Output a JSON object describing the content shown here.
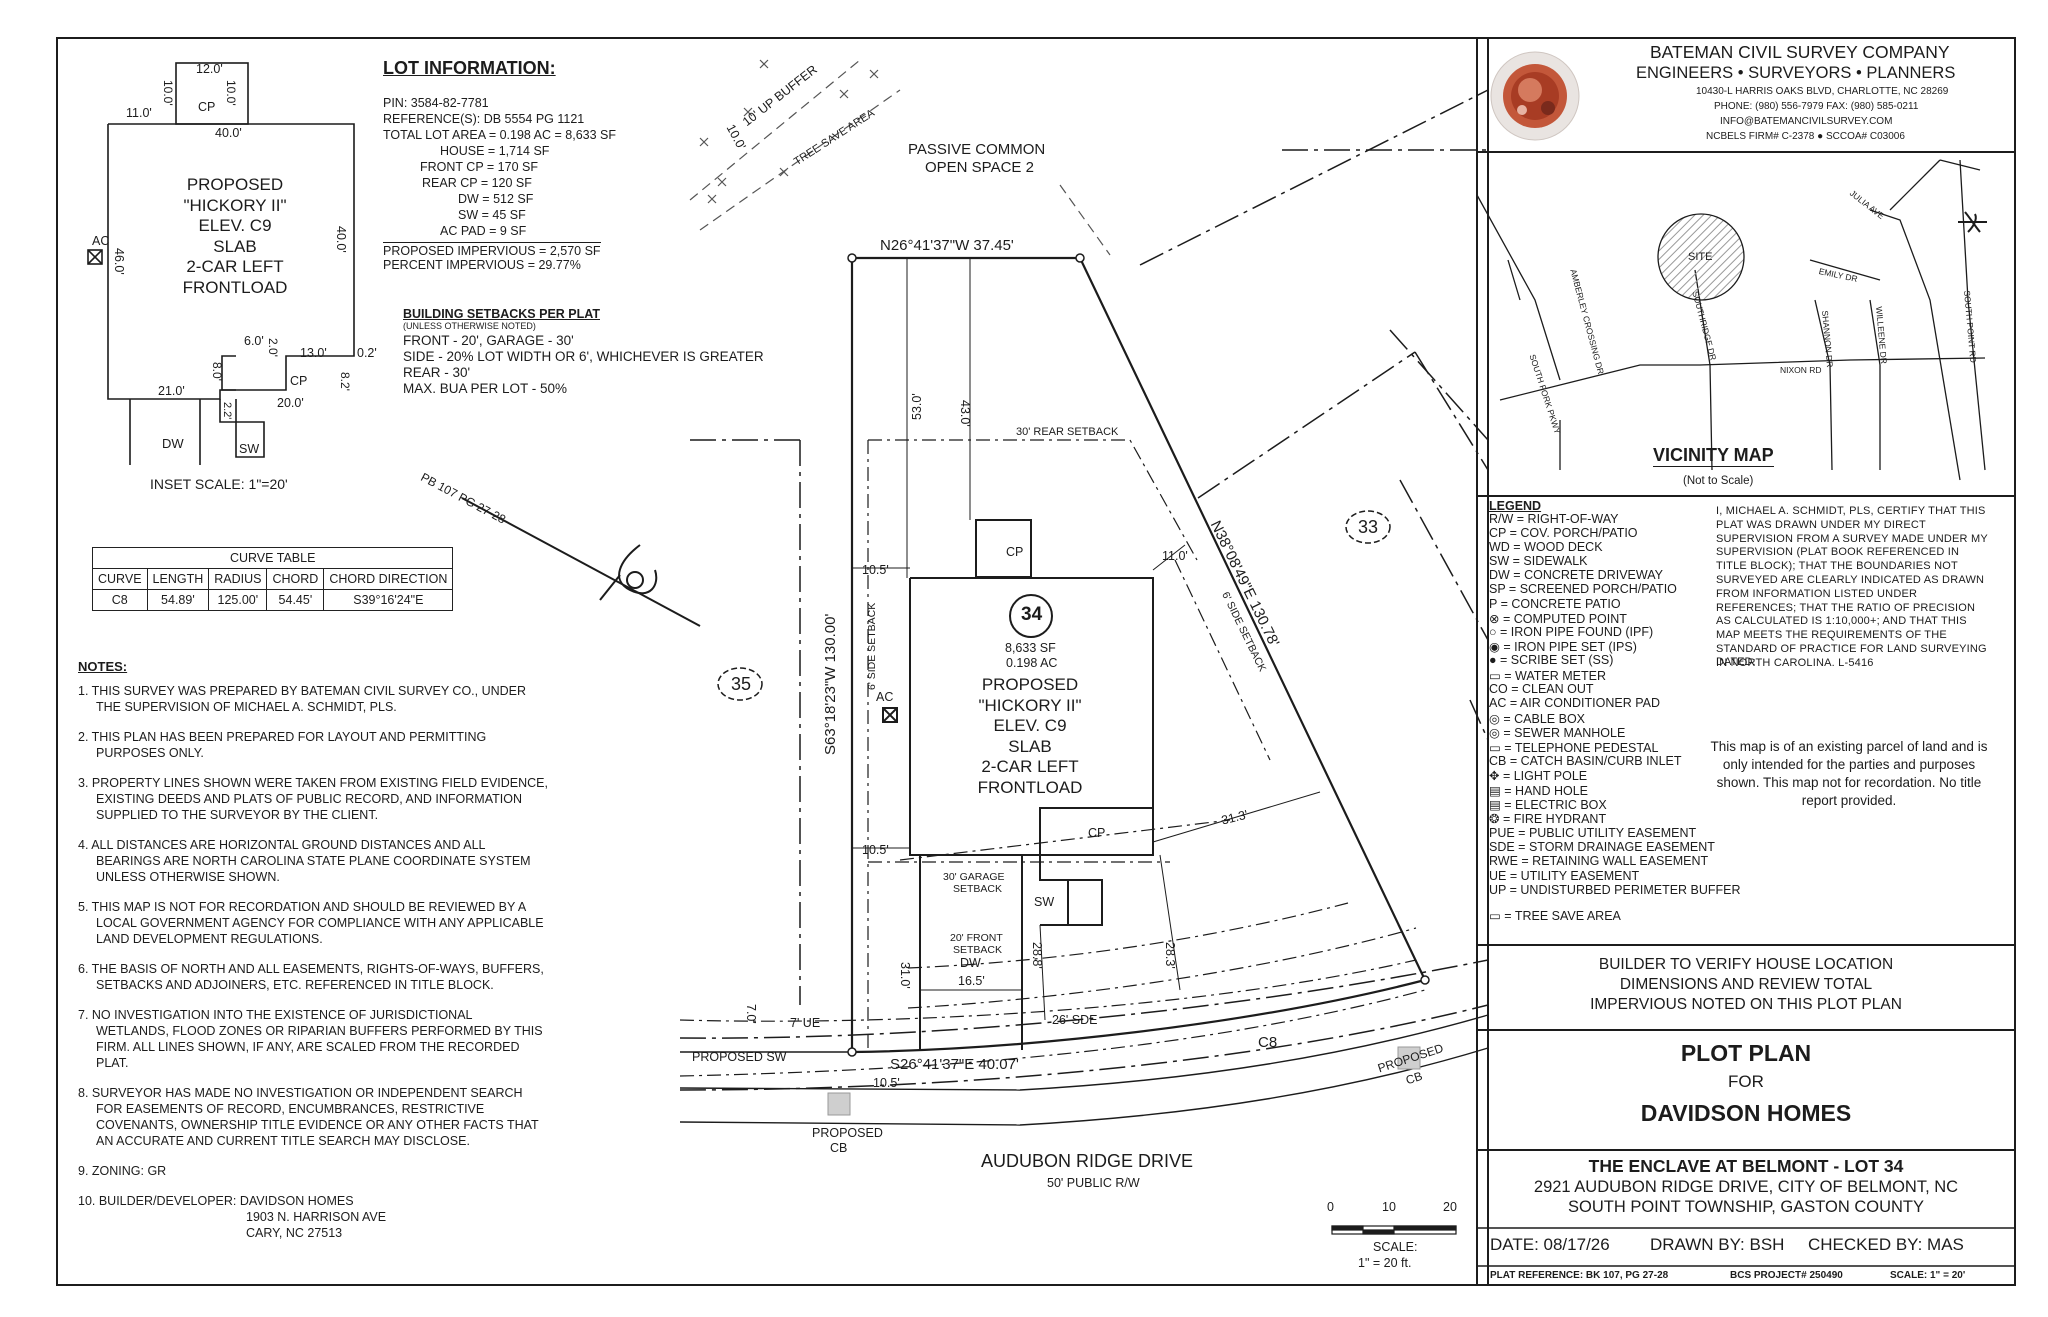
{
  "lot_information": {
    "heading": "LOT INFORMATION:",
    "lines": [
      "PIN: 3584-82-7781",
      "REFERENCE(S): DB 5554 PG 1121",
      "TOTAL LOT AREA = 0.198 AC = 8,633 SF",
      "HOUSE = 1,714 SF",
      "FRONT CP = 170 SF",
      "REAR CP = 120 SF",
      "DW = 512 SF",
      "SW = 45 SF",
      "AC PAD = 9 SF",
      "PROPOSED IMPERVIOUS = 2,570 SF",
      "PERCENT IMPERVIOUS = 29.77%"
    ]
  },
  "setbacks": {
    "heading": "BUILDING SETBACKS PER PLAT",
    "subheading": "(UNLESS OTHERWISE NOTED)",
    "lines": [
      "FRONT - 20', GARAGE - 30'",
      "SIDE - 20% LOT WIDTH OR 6', WHICHEVER IS GREATER",
      "REAR - 30'",
      "MAX. BUA PER LOT - 50%"
    ]
  },
  "inset": {
    "house_lines": [
      "PROPOSED",
      "\"HICKORY II\"",
      "ELEV. C9",
      "SLAB",
      "2-CAR LEFT",
      "FRONTLOAD"
    ],
    "dims": [
      "12.0'",
      "10.0'",
      "10.0'",
      "11.0'",
      "40.0'",
      "46.0'",
      "40.0'",
      "6.0'",
      "2.0'",
      "13.0'",
      "0.2'",
      "8.0'",
      "8.2'",
      "21.0'",
      "20.0'",
      "2.2'"
    ],
    "labels": {
      "cp_top": "CP",
      "cp_front": "CP",
      "ac": "AC",
      "dw": "DW",
      "sw": "SW"
    },
    "scale": "INSET SCALE: 1\"=20'"
  },
  "plat_ref_note": "PB 107 PG 27-28",
  "curve_table": {
    "title": "CURVE TABLE",
    "headers": [
      "CURVE",
      "LENGTH",
      "RADIUS",
      "CHORD",
      "CHORD DIRECTION"
    ],
    "rows": [
      [
        "C8",
        "54.89'",
        "125.00'",
        "54.45'",
        "S39°16'24\"E"
      ]
    ]
  },
  "notes": {
    "heading": "NOTES:",
    "lines": [
      "1.  THIS SURVEY WAS PREPARED BY BATEMAN CIVIL SURVEY CO., UNDER",
      "THE SUPERVISION OF MICHAEL A. SCHMIDT, PLS.",
      "2.  THIS PLAN HAS BEEN PREPARED FOR LAYOUT AND PERMITTING",
      "PURPOSES ONLY.",
      "3.  PROPERTY LINES SHOWN WERE TAKEN FROM EXISTING FIELD EVIDENCE,",
      "EXISTING DEEDS AND PLATS OF PUBLIC RECORD, AND INFORMATION",
      "SUPPLIED TO THE SURVEYOR BY THE CLIENT.",
      "4.  ALL DISTANCES ARE HORIZONTAL GROUND DISTANCES AND ALL",
      "BEARINGS ARE NORTH CAROLINA  STATE PLANE COORDINATE SYSTEM",
      "UNLESS OTHERWISE SHOWN.",
      "5.  THIS MAP IS NOT FOR RECORDATION AND SHOULD BE REVIEWED BY A",
      "LOCAL GOVERNMENT AGENCY FOR COMPLIANCE WITH ANY APPLICABLE",
      "LAND DEVELOPMENT REGULATIONS.",
      "6.  THE BASIS OF NORTH AND ALL EASEMENTS, RIGHTS-OF-WAYS, BUFFERS,",
      "SETBACKS AND ADJOINERS, ETC. REFERENCED IN TITLE BLOCK.",
      "7.  NO INVESTIGATION INTO THE EXISTENCE OF JURISDICTIONAL",
      "WETLANDS, FLOOD ZONES OR RIPARIAN BUFFERS PERFORMED BY THIS",
      "FIRM. ALL LINES SHOWN, IF ANY, ARE SCALED FROM THE RECORDED",
      "PLAT.",
      "8.  SURVEYOR HAS MADE NO INVESTIGATION OR INDEPENDENT SEARCH",
      "FOR EASEMENTS OF RECORD, ENCUMBRANCES, RESTRICTIVE",
      "COVENANTS, OWNERSHIP TITLE EVIDENCE OR ANY OTHER FACTS THAT",
      "AN ACCURATE AND CURRENT TITLE SEARCH MAY DISCLOSE.",
      "9.  ZONING: GR",
      "10. BUILDER/DEVELOPER:   DAVIDSON HOMES",
      "1903 N. HARRISON AVE",
      "CARY, NC 27513"
    ]
  },
  "plan": {
    "buffer": "10' UP BUFFER",
    "buffer_dim": "10.0'",
    "tree_save": "TREE SAVE AREA",
    "common_1": "PASSIVE COMMON",
    "common_2": "OPEN SPACE 2",
    "rear_bearing": "N26°41'37\"W  37.45'",
    "west_bearing": "S63°18'23\"W    130.00'",
    "east_bearing": "N38°08'49\"E    130.78'",
    "front_bearing": "S26°41'37\"E    40.07'",
    "curve_label": "C8",
    "rear_setback": "30' REAR SETBACK",
    "side_setback": "6' SIDE SETBACK",
    "garage_setback_1": "30' GARAGE",
    "garage_setback_2": "SETBACK",
    "front_setback_1": "20' FRONT",
    "front_setback_2": "SETBACK",
    "ue": "7' UE",
    "sde": "26' SDE",
    "lot_number": "34",
    "lot_sf": "8,633 SF",
    "lot_ac": "0.198 AC",
    "house_lines": [
      "PROPOSED",
      "\"HICKORY II\"",
      "ELEV. C9",
      "SLAB",
      "2-CAR LEFT",
      "FRONTLOAD"
    ],
    "adjacent_left": "35",
    "adjacent_right": "33",
    "dims": {
      "d53": "53.0'",
      "d43": "43.0'",
      "d11": "11.0'",
      "d105a": "10.5'",
      "d105b": "10.5'",
      "d313": "31.3'",
      "d310": "31.0'",
      "d288": "28.8'",
      "d283": "28.3'",
      "d165": "16.5'",
      "d70": "7.0'",
      "d105c": "10.5'"
    },
    "labels": {
      "cp_rear": "CP",
      "cp_front": "CP",
      "ac": "AC",
      "sw": "SW",
      "dw": "DW"
    },
    "proposed_sw": "PROPOSED SW",
    "proposed_cb": "PROPOSED",
    "cb": "CB",
    "road_name": "AUDUBON RIDGE DRIVE",
    "road_row": "50' PUBLIC R/W",
    "scale_ticks": [
      "0",
      "10",
      "20"
    ],
    "scale_label": "SCALE:",
    "scale_value": "1\" = 20 ft."
  },
  "title_block": {
    "company": "BATEMAN CIVIL SURVEY COMPANY",
    "disciplines": "ENGINEERS  •  SURVEYORS  •  PLANNERS",
    "address": "10430-L HARRIS OAKS BLVD, CHARLOTTE, NC 28269",
    "phone": "PHONE: (980) 556-7979  FAX: (980) 585-0211",
    "email": "INFO@BATEMANCIVILSURVEY.COM",
    "firm": "NCBELS FIRM# C-2378 ● SCCOA# C03006",
    "vicinity_title": "VICINITY MAP",
    "vicinity_sub": "(Not to Scale)",
    "streets": {
      "julia": "JULIA AVE",
      "site": "SITE",
      "emily": "EMILY DR",
      "amberley": "AMBERLEY CROSSING DR",
      "southridge": "SOUTHRIDGE DR",
      "shannon": "SHANNON DR",
      "willeene": "WILLEENE DR",
      "south_point": "SOUTH POINT RD",
      "nixon": "NIXON RD",
      "south_fork": "SOUTH FORK PKWY"
    },
    "legend_title": "LEGEND",
    "legend": [
      "R/W = RIGHT-OF-WAY",
      "CP  = COV. PORCH/PATIO",
      "WD = WOOD DECK",
      "SW  = SIDEWALK",
      "DW  = CONCRETE DRIVEWAY",
      "SP   = SCREENED PORCH/PATIO",
      "P     = CONCRETE PATIO",
      "⊗     = COMPUTED POINT",
      "○     = IRON PIPE FOUND (IPF)",
      "◉     = IRON PIPE SET (IPS)",
      "●     = SCRIBE SET (SS)",
      "▭    = WATER METER",
      "CO  = CLEAN OUT",
      "AC  = AIR CONDITIONER PAD",
      "◎     = CABLE BOX",
      "◎     = SEWER MANHOLE",
      "▭     = TELEPHONE PEDESTAL",
      "CB  = CATCH BASIN/CURB INLET",
      "✥     = LIGHT POLE",
      "▤     = HAND HOLE",
      "▤     = ELECTRIC BOX",
      "❂     = FIRE HYDRANT",
      "PUE  = PUBLIC UTILITY EASEMENT",
      "SDE  = STORM DRAINAGE EASEMENT",
      "RWE  = RETAINING WALL EASEMENT",
      "UE = UTILITY EASEMENT",
      "UP  = UNDISTURBED PERIMETER BUFFER",
      "▭ = TREE SAVE AREA"
    ],
    "certification": "I, MICHAEL A. SCHMIDT, PLS, CERTIFY THAT THIS PLAT WAS DRAWN UNDER MY DIRECT SUPERVISION FROM A SURVEY MADE UNDER MY SUPERVISION (PLAT BOOK REFERENCED IN TITLE BLOCK); THAT THE BOUNDARIES NOT SURVEYED ARE CLEARLY INDICATED AS DRAWN FROM INFORMATION LISTED UNDER REFERENCES; THAT THE RATIO OF PRECISION AS CALCULATED IS 1:10,000+; AND THAT THIS MAP MEETS THE REQUIREMENTS OF THE STANDARD OF PRACTICE FOR LAND SURVEYING IN NORTH CAROLINA. L-5416",
    "dated": "DATED:",
    "disclaimer": "This map is of an existing parcel of land and is only intended for the parties and purposes shown. This map not for recordation. No title report provided.",
    "builder_note": [
      "BUILDER TO VERIFY HOUSE LOCATION",
      "DIMENSIONS AND REVIEW TOTAL",
      "IMPERVIOUS NOTED ON THIS PLOT PLAN"
    ],
    "plot_plan": "PLOT PLAN",
    "for": "FOR",
    "client": "DAVIDSON HOMES",
    "project": "THE ENCLAVE AT BELMONT - LOT 34",
    "address_1": "2921 AUDUBON RIDGE DRIVE, CITY OF BELMONT, NC",
    "address_2": "SOUTH POINT TOWNSHIP, GASTON COUNTY",
    "date": "DATE: 08/17/26",
    "drawn": "DRAWN BY: BSH",
    "checked": "CHECKED BY: MAS",
    "plat_ref": "PLAT REFERENCE: BK 107, PG 27-28",
    "bcs_project": "BCS PROJECT# 250490",
    "scale": "SCALE: 1\" = 20'"
  },
  "colors": {
    "line": "#1c1c1c",
    "logo_red": "#b5492f",
    "logo_dark": "#7a2a1c",
    "hatch": "#bdbdbd"
  }
}
